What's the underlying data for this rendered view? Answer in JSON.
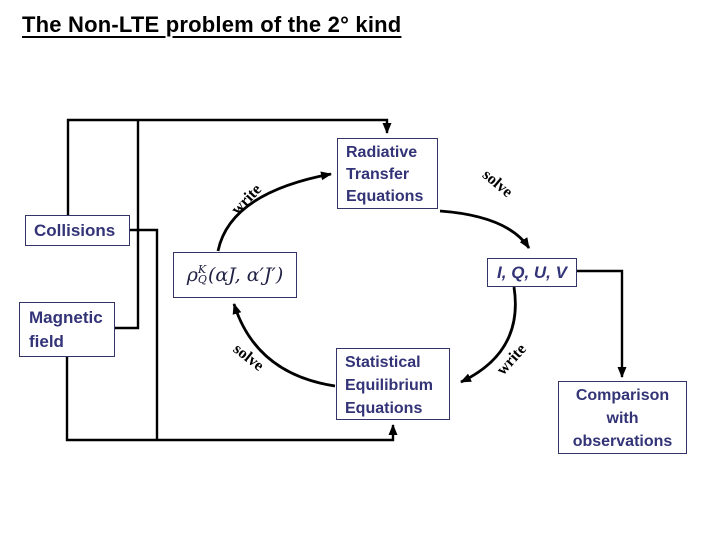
{
  "title": "The Non-LTE problem of the 2° kind",
  "boxes": {
    "collisions": {
      "label": "Collisions"
    },
    "magnetic_field": {
      "lines": [
        "Magnetic",
        "field"
      ]
    },
    "rte": {
      "lines": [
        "Radiative",
        "Transfer",
        "Equations"
      ]
    },
    "formula": {
      "rho": "ρ",
      "sup": "K",
      "sub": "Q",
      "args": "(αJ, α′J′)"
    },
    "iquv": {
      "label": "I, Q, U, V"
    },
    "see": {
      "lines": [
        "Statistical",
        "Equilibrium",
        "Equations"
      ]
    },
    "comparison": {
      "lines": [
        "Comparison",
        "with",
        "observations"
      ]
    }
  },
  "edge_labels": {
    "write_top": "write",
    "solve_top": "solve",
    "write_bottom": "write",
    "solve_bottom": "solve"
  },
  "colors": {
    "box_border": "#333366",
    "box_text": "#333377",
    "line": "#000000",
    "title": "#000000",
    "background": "#ffffff"
  }
}
